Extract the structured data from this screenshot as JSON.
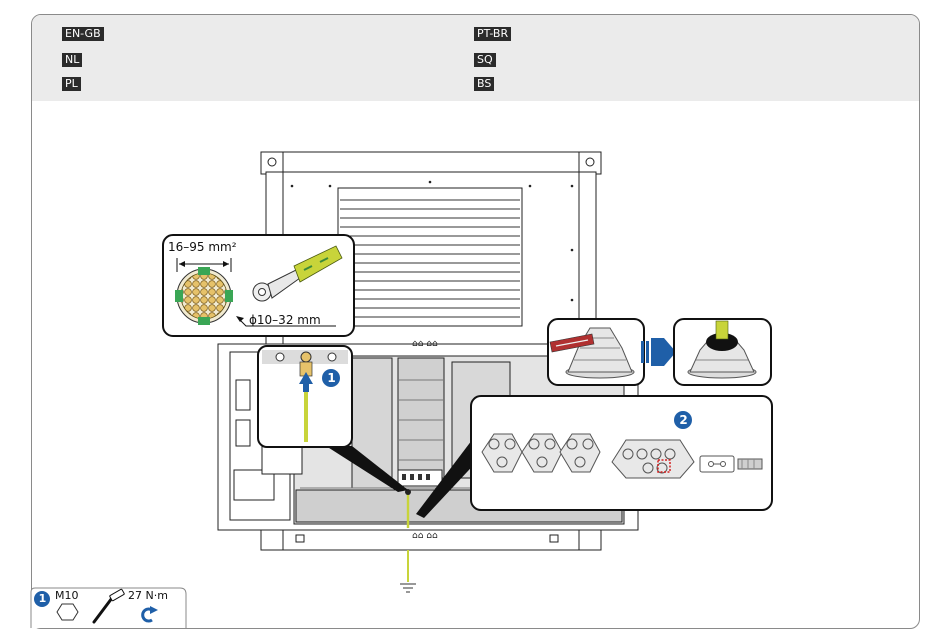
{
  "languages": {
    "left": [
      "EN-GB",
      "NL",
      "PL"
    ],
    "right": [
      "PT-BR",
      "SQ",
      "BS"
    ]
  },
  "cable_spec": {
    "cross_section": "16–95 mm²",
    "outer_diameter": "ϕ10–32 mm"
  },
  "steps": {
    "step1": "1",
    "step2": "2"
  },
  "legend": {
    "step_number": "1",
    "bolt": "M10",
    "torque": "27 N·m"
  },
  "colors": {
    "ground_cable": "#c8d43a",
    "callout_blue": "#1f5fa8",
    "seal_marker": "#d42020"
  },
  "icons": [
    "hex-nut-icon",
    "torque-wrench-icon",
    "tighten-arrow-icon",
    "ground-symbol-icon"
  ]
}
